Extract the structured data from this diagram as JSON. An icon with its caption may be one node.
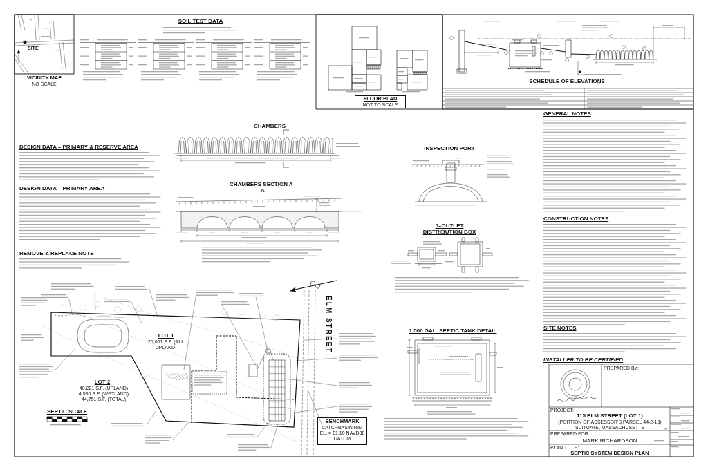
{
  "diagram": {
    "nodes": [
      {
        "text": [
          "FLOOR PLAN",
          "NOT TO SCALE"
        ]
      },
      {
        "text": [
          "BENCHMARK",
          "CATCHBASIN RIM EL. = 81.10 NAVD88 DATUM"
        ]
      }
    ],
    "labels": [
      "SITE",
      "VICINITY MAP",
      "NO SCALE",
      "SOIL TEST DATA",
      "SCHEDULE OF ELEVATIONS",
      "CHAMBERS",
      "CHAMBERS SECTION A–A",
      "DESIGN DATA – PRIMARY & RESERVE AREA",
      "DESIGN DATA – PRIMARY AREA",
      "REMOVE & REPLACE NOTE",
      "INSPECTION PORT",
      "5–OUTLET DISTRIBUTION BOX",
      "1,500 GAL. SEPTIC TANK DETAIL",
      "GENERAL NOTES",
      "CONSTRUCTION NOTES",
      "SITE NOTES",
      "*INSTALLER TO BE CERTIFIED*",
      "LOT 1",
      "20,001 S.F. (ALL UPLAND)",
      "LOT 2",
      "40,221 S.F. (UPLAND) 4,530 S.F. (WETLAND) 44,751 S.F. (TOTAL)",
      "ELM STREET",
      "SEPTIC SCALE",
      "PREPARED BY:",
      "PROJECT:",
      "115 ELM STREET (LOT 1)",
      "(PORTION OF ASSESSOR'S PARCEL 44-2-18)",
      "SCITUATE, MASSACHUSETTS",
      "PREPARED FOR:",
      "MARK RICHARDSON",
      "PLAN TITLE:",
      "SEPTIC SYSTEM DESIGN PLAN"
    ]
  }
}
